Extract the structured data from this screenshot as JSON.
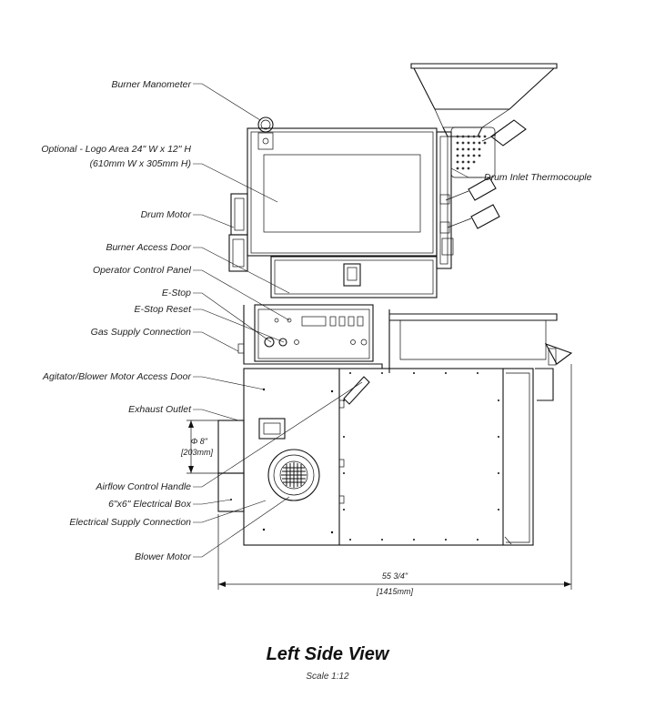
{
  "labels": {
    "burner_manometer": "Burner Manometer",
    "logo_area_1": "Optional - Logo Area 24\" W x 12\" H",
    "logo_area_2": "(610mm W x 305mm H)",
    "drum_motor": "Drum Motor",
    "burner_access_door": "Burner Access Door",
    "operator_control_panel": "Operator Control Panel",
    "e_stop": "E-Stop",
    "e_stop_reset": "E-Stop Reset",
    "gas_supply_connection": "Gas Supply Connection",
    "agitator_access_door": "Agitator/Blower Motor Access Door",
    "exhaust_outlet": "Exhaust Outlet",
    "airflow_control_handle": "Airflow Control Handle",
    "electrical_box": "6\"x6\" Electrical Box",
    "electrical_supply_connection": "Electrical Supply Connection",
    "blower_motor": "Blower Motor",
    "drum_inlet_thermocouple": "Drum Inlet Thermocouple"
  },
  "dimensions": {
    "exhaust_diameter_in": "Φ 8\"",
    "exhaust_diameter_mm": "[203mm]",
    "overall_width_in": "55 3/4\"",
    "overall_width_mm": "[1415mm]"
  },
  "title": "Left Side View",
  "scale": "Scale 1:12"
}
